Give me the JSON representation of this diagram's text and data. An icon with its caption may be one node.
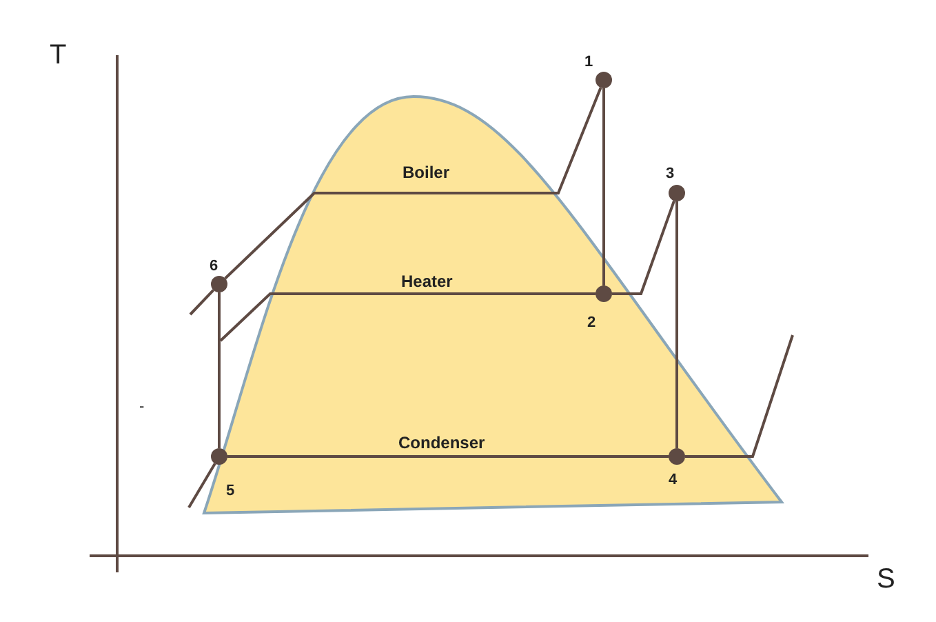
{
  "diagram": {
    "nodes": [
      {
        "text": [],
        "shape": "circle",
        "beside": [
          "1"
        ]
      },
      {
        "text": [],
        "shape": "circle",
        "beside": [
          "2"
        ]
      },
      {
        "text": [],
        "shape": "circle",
        "beside": [
          "3"
        ]
      },
      {
        "text": [],
        "shape": "circle",
        "beside": [
          "4"
        ]
      },
      {
        "text": [],
        "shape": "circle",
        "beside": [
          "5"
        ]
      },
      {
        "text": [],
        "shape": "circle",
        "beside": [
          "6"
        ]
      }
    ],
    "edges": [
      {
        "from": 0,
        "to": 1,
        "arrow": "none"
      },
      {
        "from": 2,
        "to": 3,
        "arrow": "none"
      },
      {
        "from": 4,
        "to": 5,
        "arrow": "none"
      },
      {
        "from": 1,
        "to": 2,
        "arrow": "none"
      },
      {
        "from": 4,
        "to": 3,
        "arrow": "none"
      },
      {
        "from": 5,
        "to": 0,
        "arrow": "none"
      },
      {
        "from": null,
        "to": 5,
        "arrow": "none"
      },
      {
        "from": null,
        "to": 1,
        "arrow": "none"
      },
      {
        "from": null,
        "to": 4,
        "arrow": "none"
      },
      {
        "from": 3,
        "to": null,
        "arrow": "none"
      }
    ],
    "labels": [
      "T",
      "Boiler",
      "Heater",
      "-",
      "Condenser",
      "S"
    ]
  }
}
